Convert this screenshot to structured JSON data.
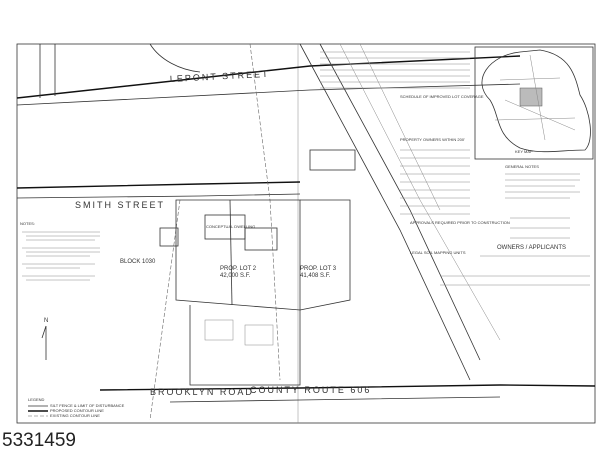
{
  "listing_id": "5331459",
  "plan": {
    "streets": {
      "top": "LEPONT STREET",
      "middle": "SMITH STREET",
      "bottom_road": "BROOKLYN ROAD",
      "county_route": "COUNTY ROUTE 606"
    },
    "lots": [
      {
        "label": "PROP. LOT 2",
        "area": "42,000 S.F."
      },
      {
        "label": "PROP. LOT 3",
        "area": "41,408 S.F."
      }
    ],
    "dwelling_label": "CONCEPTUAL DWELLING",
    "block_label": "BLOCK 1030",
    "notes_heading": "NOTES:",
    "legend": {
      "heading": "LEGEND",
      "items": [
        "SILT FENCE & LIMIT OF DISTURBANCE",
        "PROPOSED CONTOUR LINE",
        "EXISTING CONTOUR LINE"
      ]
    },
    "key_map": "KEY MAP",
    "coverage_heading": "SCHEDULE OF IMPROVED LOT COVERAGE",
    "property_owners_heading": "PROPERTY OWNERS WITHIN 200'",
    "general_notes_heading": "GENERAL NOTES",
    "approvals_heading": "APPROVALS REQUIRED PRIOR TO CONSTRUCTION",
    "soil_heading": "LEGAL SOIL MAPPING UNITS",
    "owners_heading": "OWNERS / APPLICANTS",
    "north_label": "N"
  }
}
